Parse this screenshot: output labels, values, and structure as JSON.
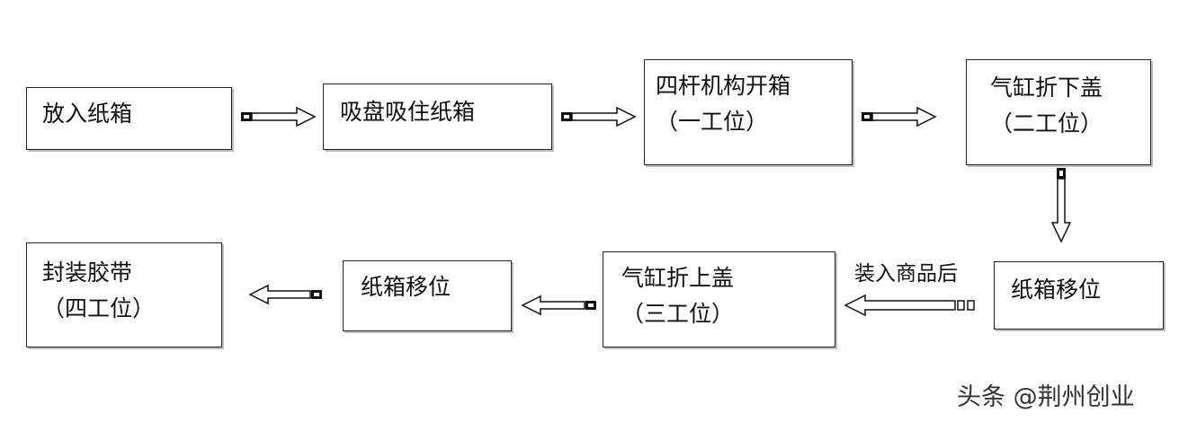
{
  "steps": [
    {
      "id": "s1",
      "lines": [
        "放入纸箱"
      ]
    },
    {
      "id": "s2",
      "lines": [
        "吸盘吸住纸箱"
      ]
    },
    {
      "id": "s3",
      "lines": [
        "四杆机构开箱",
        "（一工位）"
      ]
    },
    {
      "id": "s4",
      "lines": [
        "气缸折下盖",
        "（二工位）"
      ]
    },
    {
      "id": "s5",
      "lines": [
        "纸箱移位"
      ]
    },
    {
      "id": "s6",
      "lines": [
        "气缸折上盖",
        "（三工位）"
      ]
    },
    {
      "id": "s7",
      "lines": [
        "纸箱移位"
      ]
    },
    {
      "id": "s8",
      "lines": [
        "封装胶带",
        "（四工位）"
      ]
    }
  ],
  "annotation": "装入商品后",
  "watermark": "头条 @荆州创业"
}
